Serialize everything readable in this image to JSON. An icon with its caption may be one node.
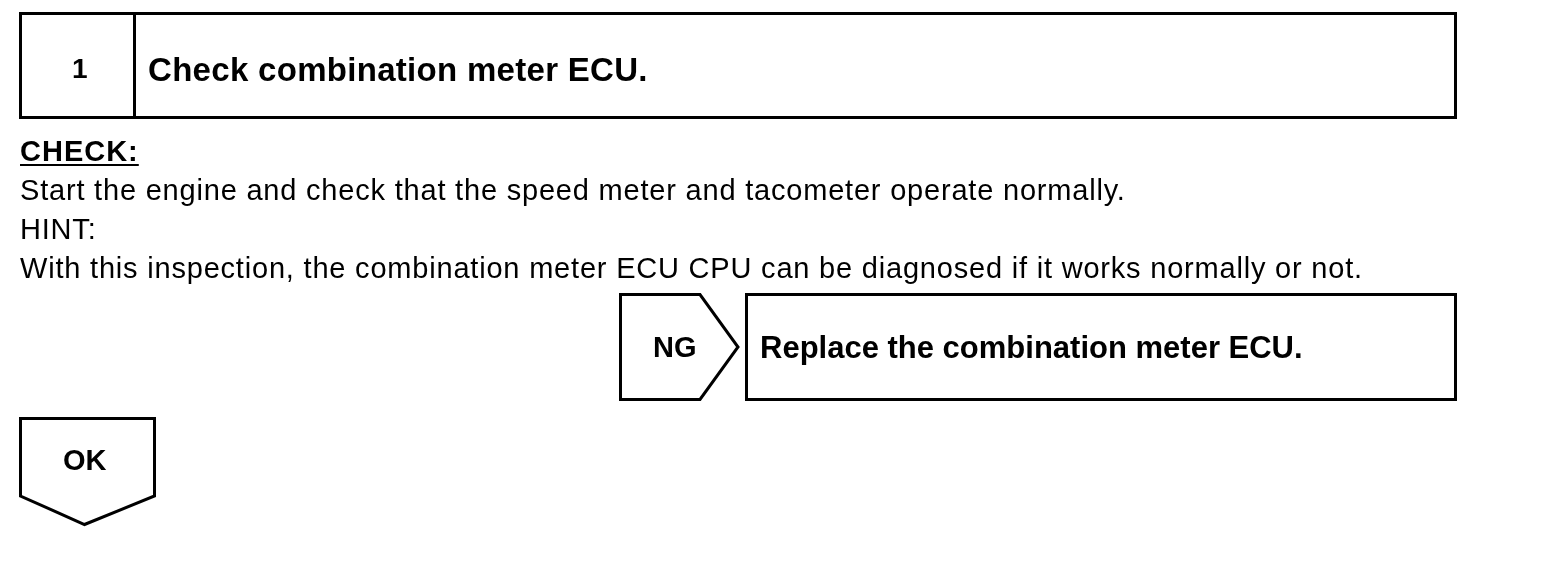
{
  "diagram": {
    "nodes": [
      {
        "text": [
          "1",
          "Check combination meter ECU."
        ]
      },
      {
        "text": [
          "NG"
        ]
      },
      {
        "text": [
          "Replace the combination meter ECU."
        ]
      },
      {
        "text": [
          "OK"
        ]
      }
    ],
    "labels": [
      "CHECK:",
      "Start the engine and check that the speed meter and tacometer operate normally.",
      "HINT:",
      "With this inspection, the combination meter ECU CPU can be diagnosed if it works normally or not."
    ]
  }
}
